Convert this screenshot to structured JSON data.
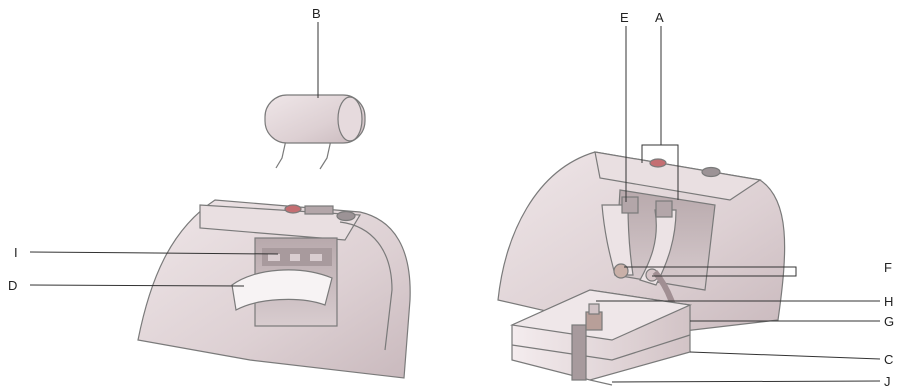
{
  "callouts": {
    "a": "A",
    "b": "B",
    "c": "C",
    "d": "D",
    "e": "E",
    "f": "F",
    "g": "G",
    "h": "H",
    "i": "I",
    "j": "J"
  }
}
